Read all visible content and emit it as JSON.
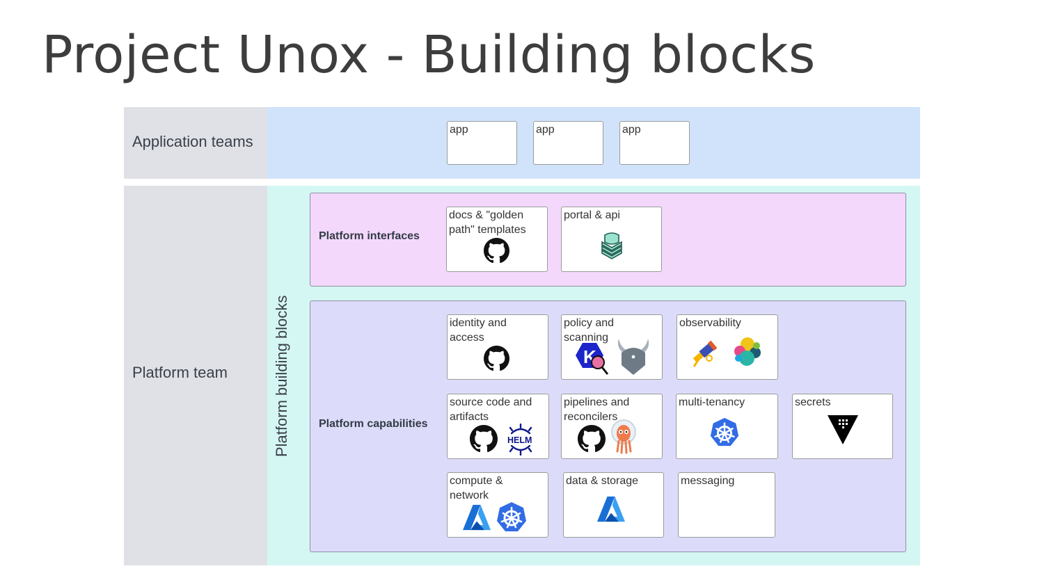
{
  "title": "Project Unox - Building blocks",
  "lanes": {
    "application_teams": "Application teams",
    "platform_team": "Platform team",
    "platform_building_blocks": "Platform building blocks"
  },
  "apps": [
    "app",
    "app",
    "app"
  ],
  "groups": {
    "interfaces": "Platform interfaces",
    "capabilities": "Platform capabilities"
  },
  "interface_boxes": {
    "docs": "docs & \"golden path\" templates",
    "portal": "portal & api"
  },
  "capability_boxes": {
    "identity": "identity and access",
    "policy": "policy and scanning",
    "observability": "observability",
    "source": "source code and artifacts",
    "pipelines": "pipelines and reconcilers",
    "multitenancy": "multi-tenancy",
    "secrets": "secrets",
    "compute": "compute & network",
    "data": "data & storage",
    "messaging": "messaging"
  },
  "icons": {
    "github": "github-icon",
    "backstage": "backstage-icon",
    "kyverno": "kyverno-icon",
    "opa": "open-policy-agent-icon",
    "telescope": "telescope-icon",
    "elastic": "elastic-icon",
    "helm": "helm-icon",
    "helm_text": "HELM",
    "argo": "argo-icon",
    "kubernetes": "kubernetes-icon",
    "vault": "vault-icon",
    "azure": "azure-icon"
  },
  "colors": {
    "application_lane": "#d0e3fb",
    "platform_lane": "#d5f7f3",
    "interfaces_group": "#f3d8fc",
    "capabilities_group": "#dcdcfa",
    "lane_header": "#dfe1e6"
  }
}
